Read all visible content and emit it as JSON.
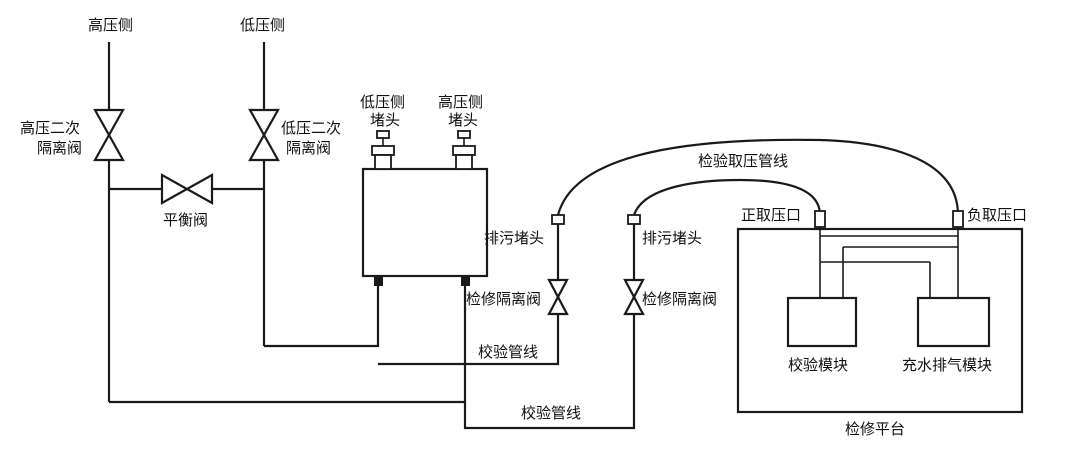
{
  "labels": {
    "high_side": "高压侧",
    "low_side": "低压侧",
    "high_iso_valve_l1": "高压二次",
    "high_iso_valve_l2": "隔离阀",
    "low_iso_valve_l1": "低压二次",
    "low_iso_valve_l2": "隔离阀",
    "balance_valve": "平衡阀",
    "low_plug_l1": "低压侧",
    "low_plug_l2": "堵头",
    "high_plug_l1": "高压侧",
    "high_plug_l2": "堵头",
    "test_pressure_line": "检验取压管线",
    "drain_plug_1": "排污堵头",
    "drain_plug_2": "排污堵头",
    "maint_iso_valve_1": "检修隔离阀",
    "maint_iso_valve_2": "检修隔离阀",
    "test_line_1": "校验管线",
    "test_line_2": "校验管线",
    "positive_port": "正取压口",
    "negative_port": "负取压口",
    "calibration_module": "校验模块",
    "fill_drain_module": "充水排气模块",
    "maintenance_platform": "检修平台"
  }
}
